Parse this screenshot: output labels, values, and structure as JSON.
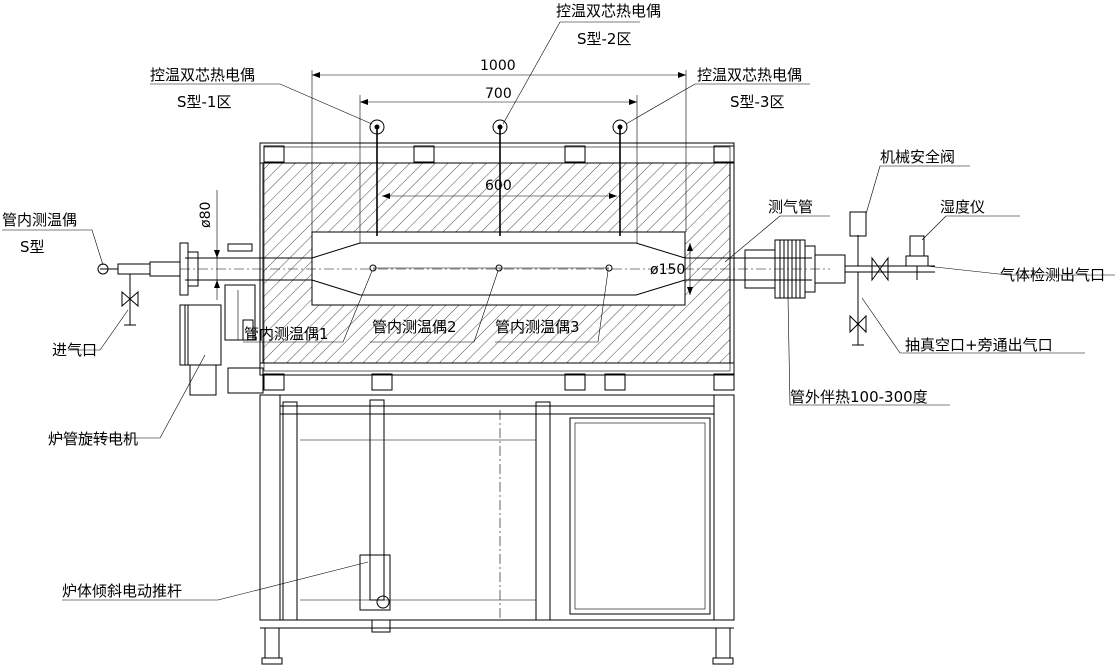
{
  "labels": {
    "tc_zone2": "控温双芯热电偶",
    "tc_zone2_type": "S型-2区",
    "tc_zone1": "控温双芯热电偶",
    "tc_zone1_type": "S型-1区",
    "tc_zone3": "控温双芯热电偶",
    "tc_zone3_type": "S型-3区",
    "tube_tc": "管内测温偶",
    "tube_tc_type": "S型",
    "gas_inlet": "进气口",
    "tube_motor": "炉管旋转电机",
    "tilt_actuator": "炉体倾斜电动推杆",
    "gas_sampling_tube": "测气管",
    "mech_safety_valve": "机械安全阀",
    "hygrometer": "湿度仪",
    "gas_outlet": "气体检测出气口",
    "vacuum_port": "抽真空口+旁通出气口",
    "heat_tracing": "管外伴热100-300度",
    "inner_tc1": "管内测温偶1",
    "inner_tc2": "管内测温偶2",
    "inner_tc3": "管内测温偶3"
  },
  "dimensions": {
    "d1000": "1000",
    "d700": "700",
    "d600": "600",
    "dia80": "ø80",
    "dia150": "ø150"
  }
}
